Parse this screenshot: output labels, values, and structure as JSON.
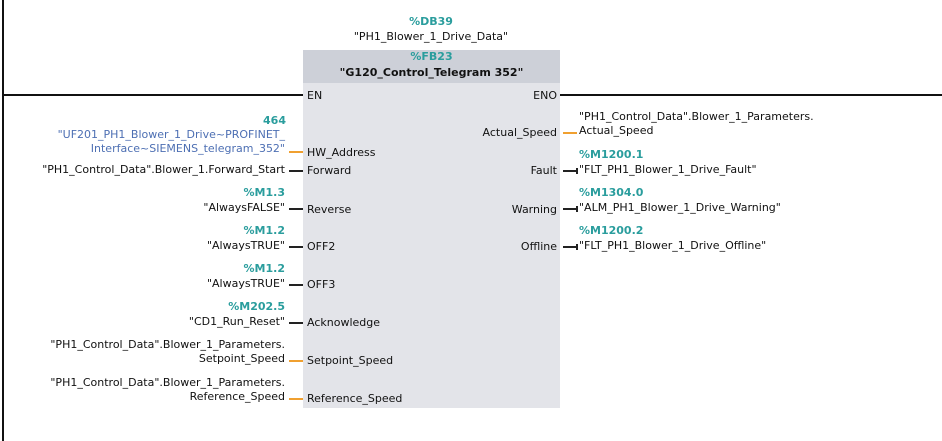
{
  "instance": {
    "address": "%DB39",
    "name": "\"PH1_Blower_1_Drive_Data\""
  },
  "block": {
    "address": "%FB23",
    "name": "\"G120_Control_Telegram 352\""
  },
  "pins": {
    "en": "EN",
    "eno": "ENO",
    "hw_address": "HW_Address",
    "forward": "Forward",
    "reverse": "Reverse",
    "off2": "OFF2",
    "off3": "OFF3",
    "acknowledge": "Acknowledge",
    "setpoint_speed": "Setpoint_Speed",
    "reference_speed": "Reference_Speed",
    "actual_speed": "Actual_Speed",
    "fault": "Fault",
    "warning": "Warning",
    "offline": "Offline"
  },
  "inputs": {
    "hw_address": {
      "value": "464",
      "line1": "\"UF201_PH1_Blower_1_Drive~PROFINET_",
      "line2": "Interface~SIEMENS_telegram_352\""
    },
    "forward": {
      "name": "\"PH1_Control_Data\".Blower_1.Forward_Start"
    },
    "reverse": {
      "address": "%M1.3",
      "name": "\"AlwaysFALSE\""
    },
    "off2": {
      "address": "%M1.2",
      "name": "\"AlwaysTRUE\""
    },
    "off3": {
      "address": "%M1.2",
      "name": "\"AlwaysTRUE\""
    },
    "acknowledge": {
      "address": "%M202.5",
      "name": "\"CD1_Run_Reset\""
    },
    "setpoint_speed": {
      "line1": "\"PH1_Control_Data\".Blower_1_Parameters.",
      "line2": "Setpoint_Speed"
    },
    "reference_speed": {
      "line1": "\"PH1_Control_Data\".Blower_1_Parameters.",
      "line2": "Reference_Speed"
    }
  },
  "outputs": {
    "actual_speed": {
      "line1": "\"PH1_Control_Data\".Blower_1_Parameters.",
      "line2": "Actual_Speed"
    },
    "fault": {
      "address": "%M1200.1",
      "name": "\"FLT_PH1_Blower_1_Drive_Fault\""
    },
    "warning": {
      "address": "%M1304.0",
      "name": "\"ALM_PH1_Blower_1_Drive_Warning\""
    },
    "offline": {
      "address": "%M1200.2",
      "name": "\"FLT_PH1_Blower_1_Drive_Offline\""
    }
  }
}
